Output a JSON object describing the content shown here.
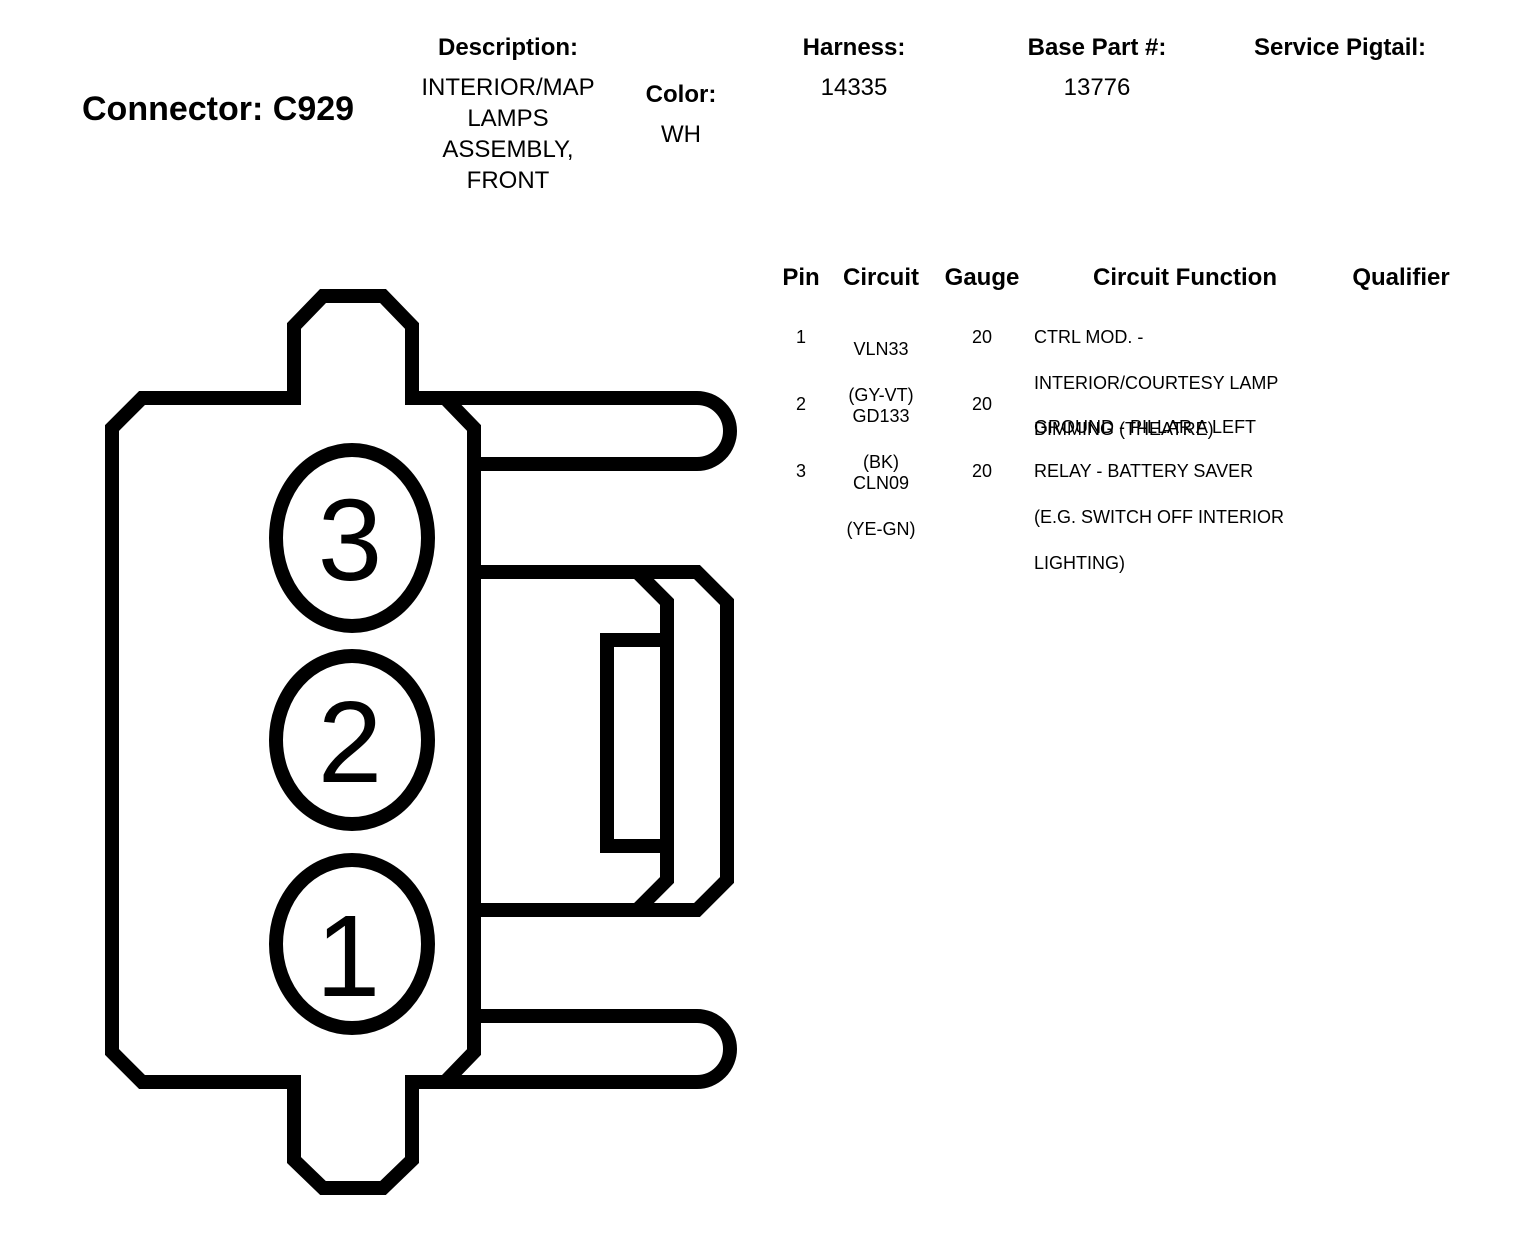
{
  "header": {
    "connector_label": "Connector: C929",
    "description_label": "Description:",
    "description_lines": [
      "INTERIOR/MAP",
      "LAMPS",
      "ASSEMBLY,",
      "FRONT"
    ],
    "color_label": "Color:",
    "color_value": "WH",
    "harness_label": "Harness:",
    "harness_value": "14335",
    "base_part_label": "Base Part #:",
    "base_part_value": "13776",
    "service_pigtail_label": "Service Pigtail:"
  },
  "table": {
    "headers": {
      "pin": "Pin",
      "circuit": "Circuit",
      "gauge": "Gauge",
      "function": "Circuit Function",
      "qualifier": "Qualifier"
    },
    "rows": [
      {
        "pin": "1",
        "circuit_lines": [
          "VLN33",
          "(GY-VT)"
        ],
        "gauge": "20",
        "function_lines": [
          "CTRL MOD. -",
          "INTERIOR/COURTESY LAMP",
          "DIMMING (THEATRE)"
        ]
      },
      {
        "pin": "2",
        "circuit_lines": [
          "GD133",
          "(BK)"
        ],
        "gauge": "20",
        "function_lines": [
          "GROUND - PILLAR A LEFT"
        ]
      },
      {
        "pin": "3",
        "circuit_lines": [
          "CLN09",
          "(YE-GN)"
        ],
        "gauge": "20",
        "function_lines": [
          "RELAY - BATTERY SAVER",
          "(E.G. SWITCH OFF INTERIOR",
          "LIGHTING)"
        ]
      }
    ]
  },
  "diagram": {
    "pin_labels": [
      "3",
      "2",
      "1"
    ],
    "stroke_color": "#000000"
  }
}
